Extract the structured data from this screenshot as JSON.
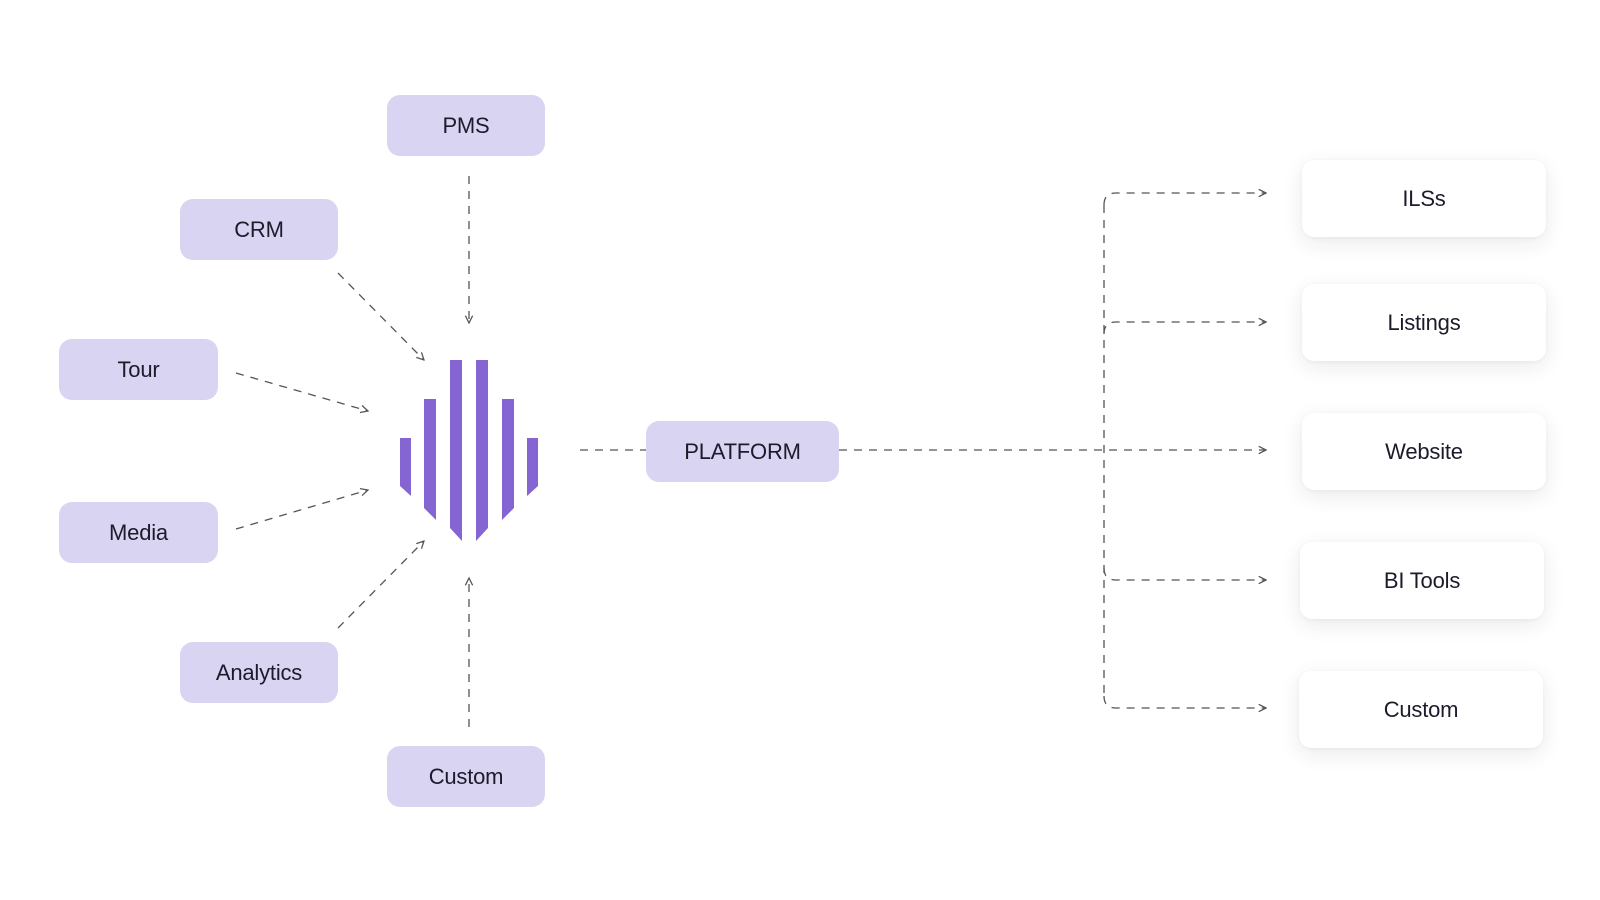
{
  "diagram": {
    "sources": [
      {
        "id": "pms",
        "label": "PMS"
      },
      {
        "id": "crm",
        "label": "CRM"
      },
      {
        "id": "tour",
        "label": "Tour"
      },
      {
        "id": "media",
        "label": "Media"
      },
      {
        "id": "analytics",
        "label": "Analytics"
      },
      {
        "id": "custom-source",
        "label": "Custom"
      }
    ],
    "hub": {
      "label": "PLATFORM",
      "icon": "striped-shield-logo-icon"
    },
    "destinations": [
      {
        "id": "ilss",
        "label": "ILSs"
      },
      {
        "id": "listings",
        "label": "Listings"
      },
      {
        "id": "website",
        "label": "Website"
      },
      {
        "id": "bi-tools",
        "label": "BI Tools"
      },
      {
        "id": "custom-destination",
        "label": "Custom"
      }
    ],
    "colors": {
      "node_fill": "#d9d4f2",
      "logo_purple": "#8565d1",
      "connector": "#555555",
      "text": "#1c1b2b"
    }
  }
}
